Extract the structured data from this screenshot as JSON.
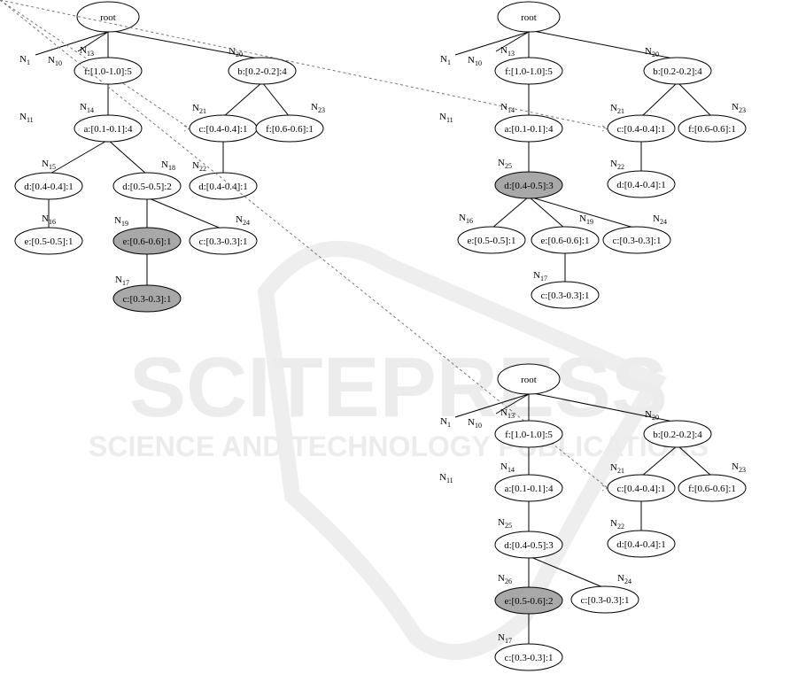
{
  "watermark": {
    "big": "SCITEPRESS",
    "small": "SCIENCE AND TECHNOLOGY PUBLICATIONS",
    "color": "#ececec"
  },
  "colors": {
    "highlight": "#a8a8a8",
    "normal": "#ffffff"
  },
  "trees": [
    {
      "name": "tree-before",
      "nodes": [
        {
          "id": "root",
          "text": "root"
        },
        {
          "id": "n13",
          "text": "f:[1.0-1.0]:5",
          "label": "13"
        },
        {
          "id": "n20",
          "text": "b:[0.2-0.2]:4",
          "label": "20"
        },
        {
          "id": "n14",
          "text": "a:[0.1-0.1]:4",
          "label": "14"
        },
        {
          "id": "n21",
          "text": "c:[0.4-0.4]:1",
          "label": "21"
        },
        {
          "id": "n23",
          "text": "f:[0.6-0.6]:1",
          "label": "23"
        },
        {
          "id": "n15",
          "text": "d:[0.4-0.4]:1",
          "label": "15"
        },
        {
          "id": "n18",
          "text": "d:[0.5-0.5]:2",
          "label": "18"
        },
        {
          "id": "n22",
          "text": "d:[0.4-0.4]:1",
          "label": "22"
        },
        {
          "id": "n16",
          "text": "e:[0.5-0.5]:1",
          "label": "16"
        },
        {
          "id": "n19",
          "text": "e:[0.6-0.6]:1",
          "label": "19",
          "highlight": true
        },
        {
          "id": "n24",
          "text": "c:[0.3-0.3]:1",
          "label": "24"
        },
        {
          "id": "n17",
          "text": "c:[0.3-0.3]:1",
          "label": "17",
          "highlight": true
        }
      ],
      "side_labels": [
        "1",
        "10",
        "11"
      ]
    },
    {
      "name": "tree-middle",
      "nodes": [
        {
          "id": "root",
          "text": "root"
        },
        {
          "id": "n13",
          "text": "f:[1.0-1.0]:5",
          "label": "13"
        },
        {
          "id": "n20",
          "text": "b:[0.2-0.2]:4",
          "label": "20"
        },
        {
          "id": "n14",
          "text": "a:[0.1-0.1]:4",
          "label": "14"
        },
        {
          "id": "n21",
          "text": "c:[0.4-0.4]:1",
          "label": "21"
        },
        {
          "id": "n23",
          "text": "f:[0.6-0.6]:1",
          "label": "23"
        },
        {
          "id": "n25",
          "text": "d:[0.4-0.5]:3",
          "label": "25",
          "highlight": true
        },
        {
          "id": "n22",
          "text": "d:[0.4-0.4]:1",
          "label": "22"
        },
        {
          "id": "n16",
          "text": "e:[0.5-0.5]:1",
          "label": "16"
        },
        {
          "id": "n19",
          "text": "e:[0.6-0.6]:1",
          "label": "19"
        },
        {
          "id": "n24",
          "text": "c:[0.3-0.3]:1",
          "label": "24"
        },
        {
          "id": "n17",
          "text": "c:[0.3-0.3]:1",
          "label": "17"
        }
      ],
      "side_labels": [
        "1",
        "10",
        "11"
      ]
    },
    {
      "name": "tree-after",
      "nodes": [
        {
          "id": "root",
          "text": "root"
        },
        {
          "id": "n13",
          "text": "f:[1.0-1.0]:5",
          "label": "13"
        },
        {
          "id": "n20",
          "text": "b:[0.2-0.2]:4",
          "label": "20"
        },
        {
          "id": "n14",
          "text": "a:[0.1-0.1]:4",
          "label": "14"
        },
        {
          "id": "n21",
          "text": "c:[0.4-0.4]:1",
          "label": "21"
        },
        {
          "id": "n23",
          "text": "f:[0.6-0.6]:1",
          "label": "23"
        },
        {
          "id": "n25",
          "text": "d:[0.4-0.5]:3",
          "label": "25"
        },
        {
          "id": "n22",
          "text": "d:[0.4-0.4]:1",
          "label": "22"
        },
        {
          "id": "n26",
          "text": "e:[0.5-0.6]:2",
          "label": "26",
          "highlight": true
        },
        {
          "id": "n24",
          "text": "c:[0.3-0.3]:1",
          "label": "24"
        },
        {
          "id": "n17",
          "text": "c:[0.3-0.3]:1",
          "label": "17"
        }
      ],
      "side_labels": [
        "1",
        "10",
        "11"
      ]
    }
  ]
}
